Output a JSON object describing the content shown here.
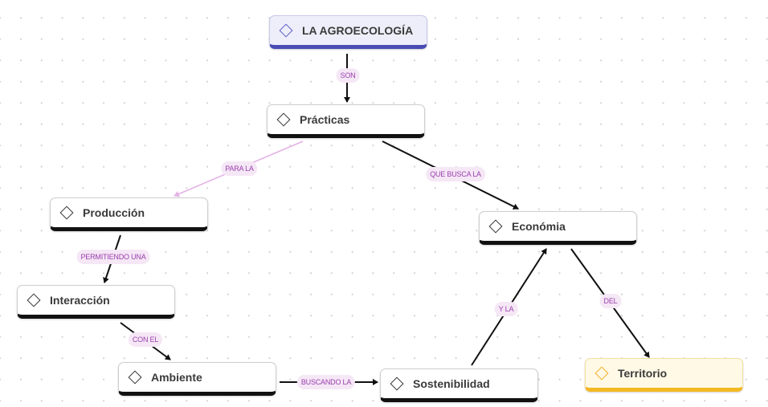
{
  "diagram": {
    "title": "LA AGROECOLOGÍA",
    "nodes": [
      {
        "id": "agroecologia",
        "label": "LA AGROECOLOGÍA",
        "style": "root",
        "icon": "diamond-icon"
      },
      {
        "id": "practicas",
        "label": "Prácticas",
        "style": "default",
        "icon": "diamond-icon"
      },
      {
        "id": "produccion",
        "label": "Producción",
        "style": "default",
        "icon": "diamond-icon"
      },
      {
        "id": "interaccion",
        "label": "Interacción",
        "style": "default",
        "icon": "diamond-icon"
      },
      {
        "id": "ambiente",
        "label": "Ambiente",
        "style": "default",
        "icon": "diamond-icon"
      },
      {
        "id": "sostenibilidad",
        "label": "Sostenibilidad",
        "style": "default",
        "icon": "diamond-icon"
      },
      {
        "id": "economia",
        "label": "Económia",
        "style": "default",
        "icon": "diamond-icon"
      },
      {
        "id": "territorio",
        "label": "Territorio",
        "style": "leaf",
        "icon": "diamond-icon"
      }
    ],
    "edges": [
      {
        "from": "agroecologia",
        "to": "practicas",
        "label": "SON",
        "color": "#111111"
      },
      {
        "from": "practicas",
        "to": "produccion",
        "label": "PARA LA",
        "color": "#e4b3e6"
      },
      {
        "from": "practicas",
        "to": "economia",
        "label": "QUE BUSCA LA",
        "color": "#111111"
      },
      {
        "from": "produccion",
        "to": "interaccion",
        "label": "PERMITIENDO UNA",
        "color": "#111111"
      },
      {
        "from": "interaccion",
        "to": "ambiente",
        "label": "CON EL",
        "color": "#111111"
      },
      {
        "from": "ambiente",
        "to": "sostenibilidad",
        "label": "BUSCANDO LA",
        "color": "#111111"
      },
      {
        "from": "sostenibilidad",
        "to": "economia",
        "label": "Y LA",
        "color": "#111111"
      },
      {
        "from": "economia",
        "to": "territorio",
        "label": "DEL",
        "color": "#111111"
      }
    ]
  },
  "colors": {
    "root_accent": "#4a4cb5",
    "leaf_accent": "#f3b822",
    "label_text": "#9b3fb0",
    "label_bg": "#f5e7f5"
  }
}
